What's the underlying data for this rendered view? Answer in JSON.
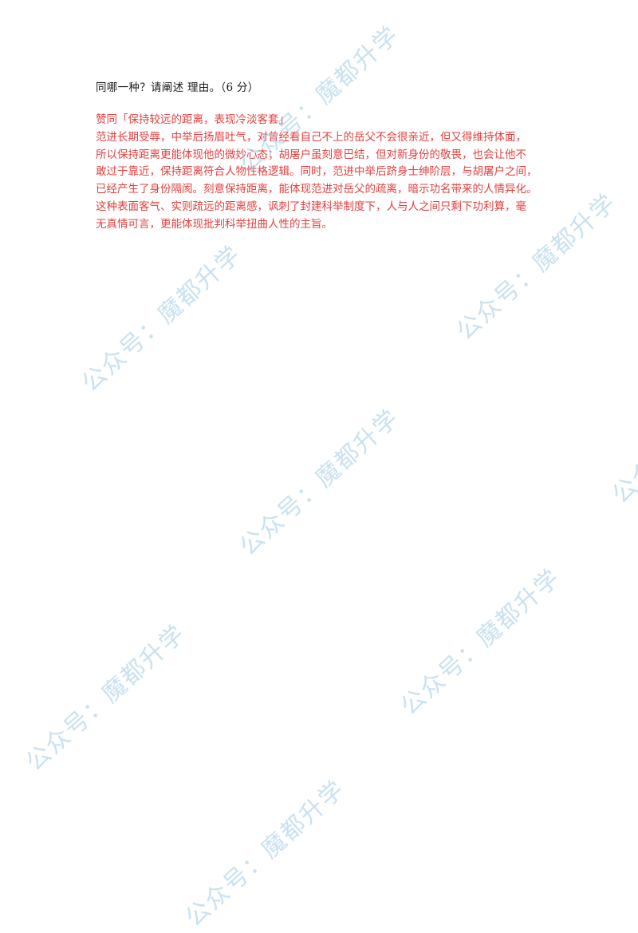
{
  "question": {
    "text": "同哪一种？请阐述  理由。（6 分）"
  },
  "answer": {
    "lines": [
      "赞同「保持较远的距离，表现冷淡客套」",
      "范进长期受辱，中举后扬眉吐气，对曾经看自己不上的岳父不会很亲近，但又得维持体面，",
      "所以保持距离更能体现他的微妙心态；胡屠户虽刻意巴结，但对新身份的敬畏，也会让他不",
      "敢过于靠近，保持距离符合人物性格逻辑。同时，范进中举后跻身士绅阶层，与胡屠户之间，",
      "已经产生了身份隔阂。刻意保持距离，能体现范进对岳父的疏离，暗示功名带来的人情异化。",
      "这种表面客气、实则疏远的距离感，讽刺了封建科举制度下，人与人之间只剩下功利算，毫",
      "无真情可言，更能体现批判科举扭曲人性的主旨。"
    ]
  },
  "watermark": {
    "text": "公众号：魔都升学",
    "color": "#9cc8e4"
  }
}
